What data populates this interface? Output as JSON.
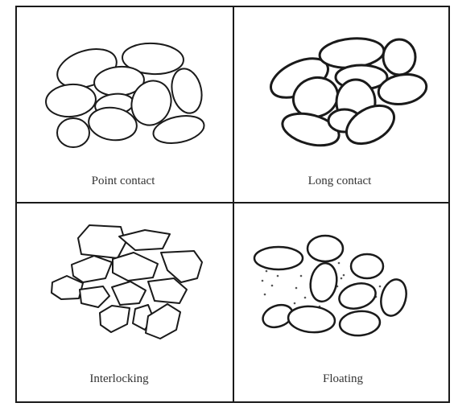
{
  "panels": [
    {
      "id": "point-contact",
      "label": "Point contact"
    },
    {
      "id": "long-contact",
      "label": "Long contact"
    },
    {
      "id": "interlocking",
      "label": "Interlocking"
    },
    {
      "id": "floating",
      "label": "Floating"
    }
  ],
  "colors": {
    "ink": "#1a1a1a",
    "paper": "#ffffff",
    "label": "#333333"
  }
}
